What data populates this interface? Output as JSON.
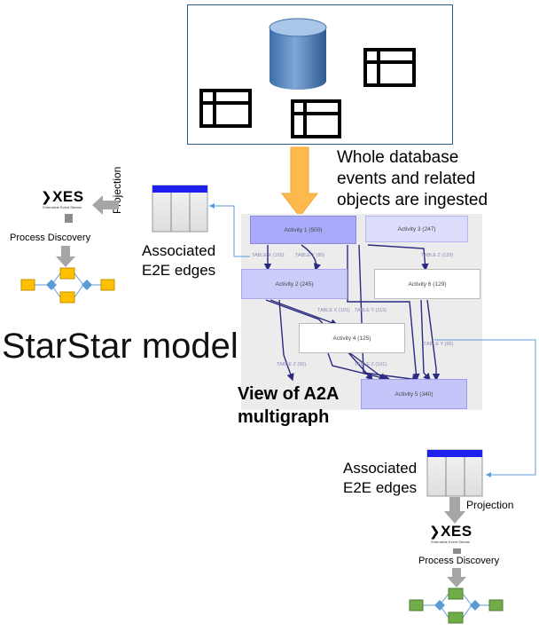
{
  "caption_ingest": [
    "Whole database",
    "events and related",
    "objects are ingested"
  ],
  "title_model": "StarStar model",
  "title_view": [
    "View of A2A",
    "multigraph"
  ],
  "assoc_left": [
    "Associated",
    "E2E edges"
  ],
  "assoc_right": [
    "Associated",
    "E2E edges"
  ],
  "projection_left": "Projection",
  "projection_right": "Projection",
  "process_discovery_left": "Process Discovery",
  "process_discovery_right": "Process Discovery",
  "xes_logo": "XES",
  "xes_sub": "Extensible Event Stream",
  "activities": {
    "a1": "Activity 1 (500)",
    "a2": "Activity 2 (245)",
    "a3": "Activity 3 (247)",
    "a4": "Activity 4 (125)",
    "a5": "Activity 5 (340)",
    "a6": "Activity 6 (129)"
  },
  "edge_labels": {
    "e1": "TABLE X (165)",
    "e2": "TABLE Y (80)",
    "e3": "TABLE Z (129)",
    "e4": "TABLE X (101)",
    "e5": "TABLE Y (113)",
    "e6": "TABLE Y (96)",
    "e7": "TABLE Z (101)",
    "e8": "TABLE Z (95)"
  },
  "colors": {
    "db_border": "#2f5d8a",
    "arrow_orange": "#fdb94d",
    "arrow_gray": "#a6a6a6",
    "connector_blue": "#5b9bd5",
    "table_header_blue": "#1f1ff0",
    "left_process_box": "#ffc000",
    "right_process_box": "#70ad47",
    "gateway_blue": "#5b9bd5"
  }
}
